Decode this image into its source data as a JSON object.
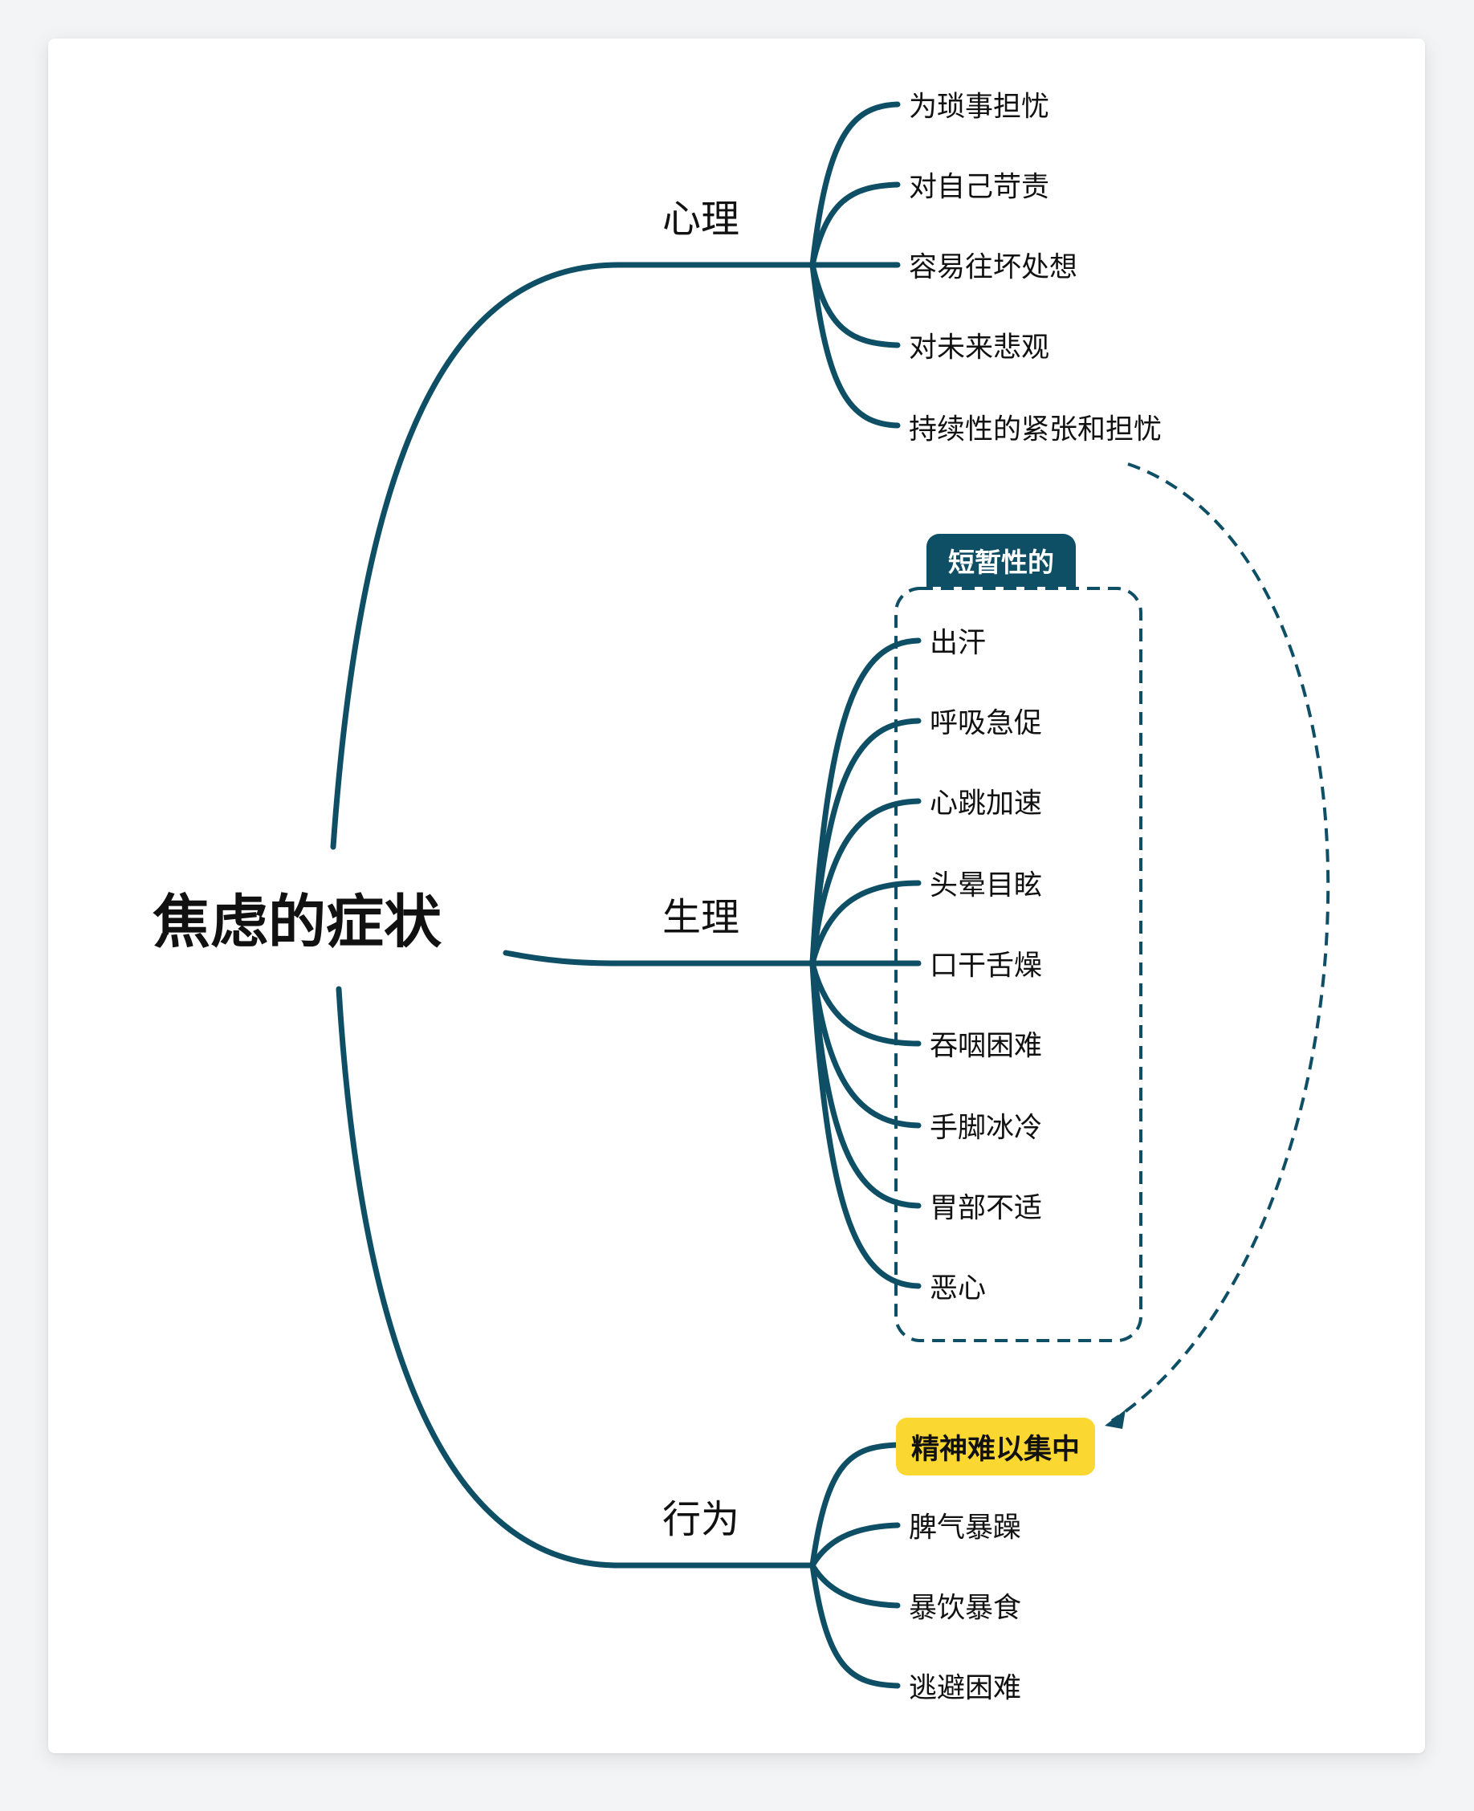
{
  "root": {
    "label": "焦虑的症状"
  },
  "branches": {
    "psych": {
      "label": "心理",
      "items": [
        "为琐事担忧",
        "对自己苛责",
        "容易往坏处想",
        "对未来悲观",
        "持续性的紧张和担忧"
      ]
    },
    "phys": {
      "label": "生理",
      "group_label": "短暂性的",
      "items": [
        "出汗",
        "呼吸急促",
        "心跳加速",
        "头晕目眩",
        "口干舌燥",
        "吞咽困难",
        "手脚冰冷",
        "胃部不适",
        "恶心"
      ]
    },
    "behav": {
      "label": "行为",
      "items": [
        "精神难以集中",
        "脾气暴躁",
        "暴饮暴食",
        "逃避困难"
      ]
    }
  },
  "colors": {
    "line": "#0e4f66",
    "highlight": "#fbd731",
    "text": "#111111"
  }
}
